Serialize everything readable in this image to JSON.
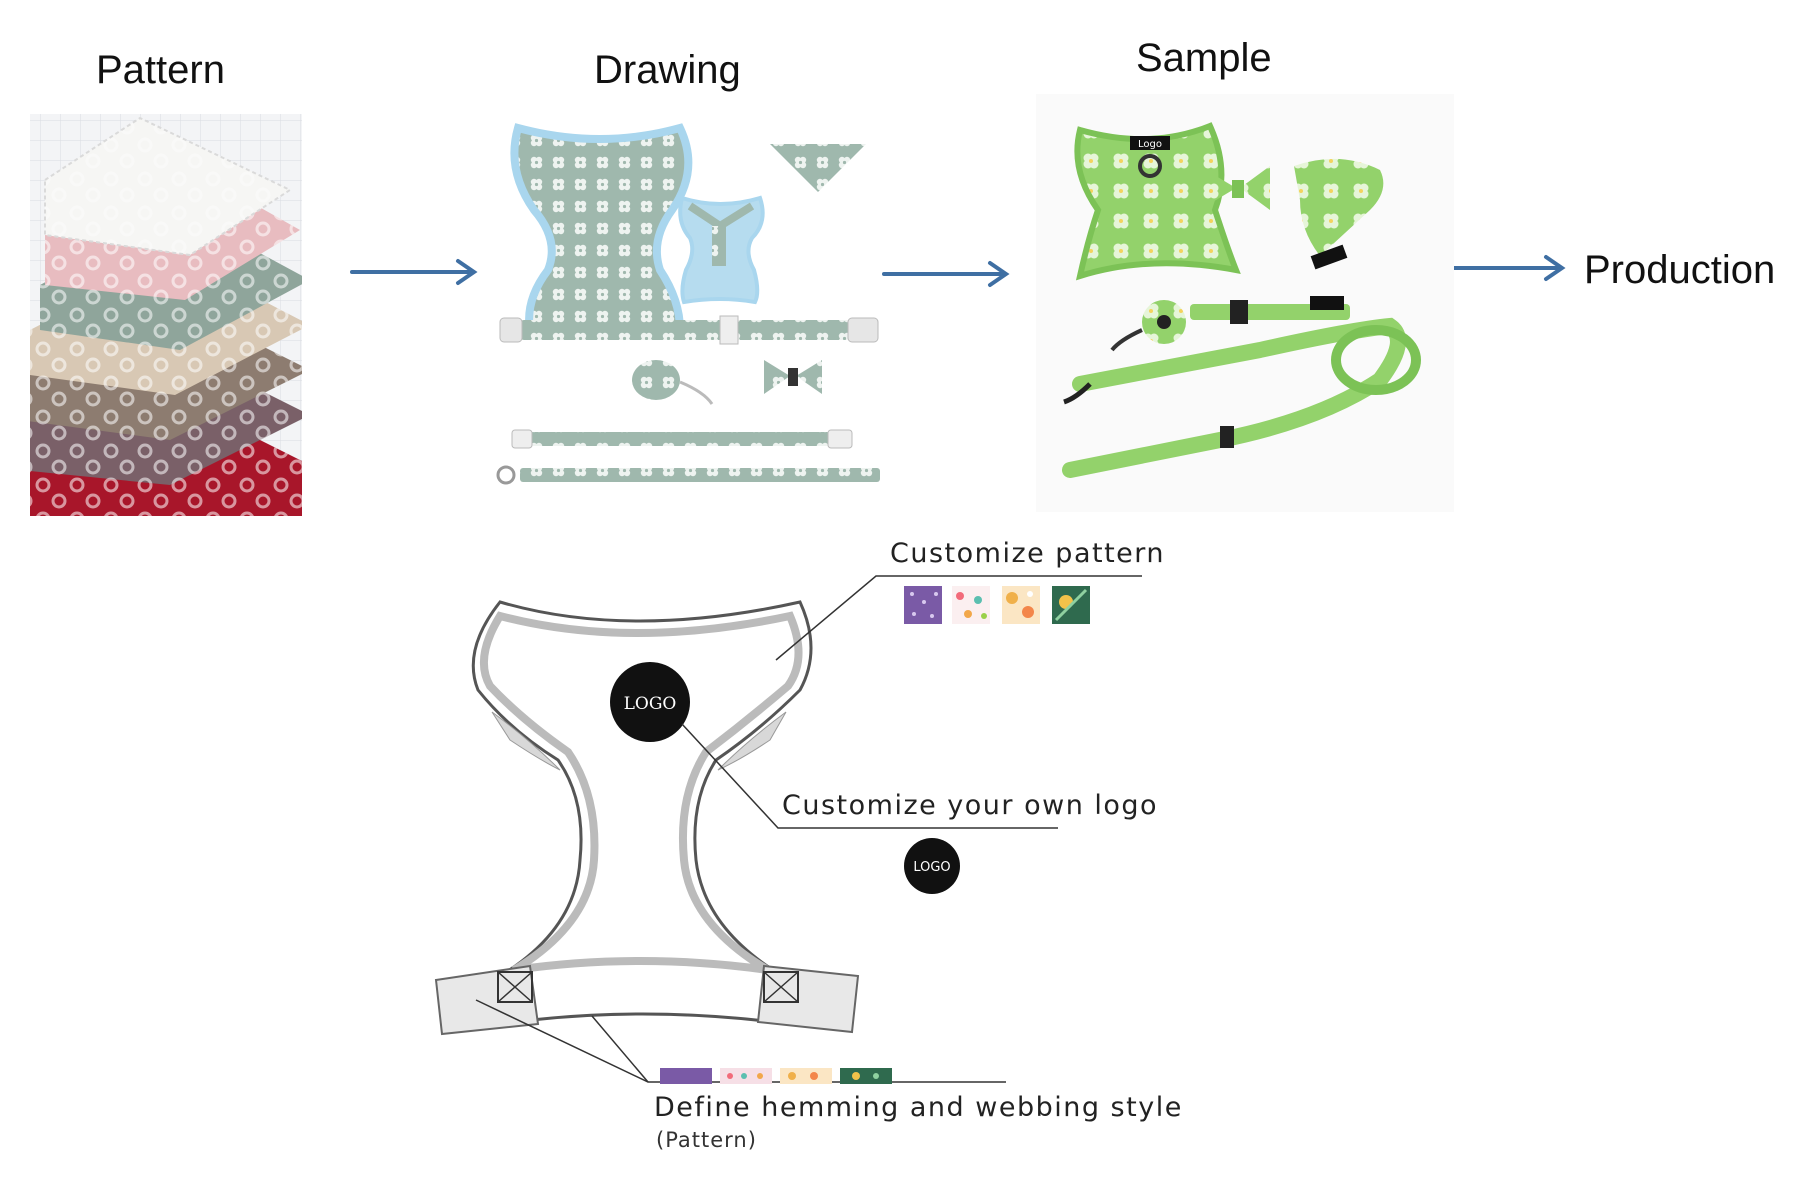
{
  "process": {
    "stages": [
      {
        "label": "Pattern"
      },
      {
        "label": "Drawing"
      },
      {
        "label": "Sample"
      },
      {
        "label": "Production"
      }
    ]
  },
  "customization": {
    "pattern_callout": "Customize pattern",
    "logo_callout": "Customize your own logo",
    "hemming_callout": "Define hemming and webbing style",
    "hemming_note": "(Pattern)",
    "logo_text": "LOGO"
  },
  "sample": {
    "tag_text": "Logo"
  },
  "colors": {
    "arrow": "#3f6fa3",
    "drawing_fabric": "#9fb8ad",
    "drawing_trim": "#a9d6ee",
    "sample_green": "#93d26b",
    "swatch_purple": "#7a5aa6",
    "swatch_floral": "#f2a7b6",
    "swatch_orange": "#f0b04a",
    "swatch_dark": "#2f6a4e"
  }
}
